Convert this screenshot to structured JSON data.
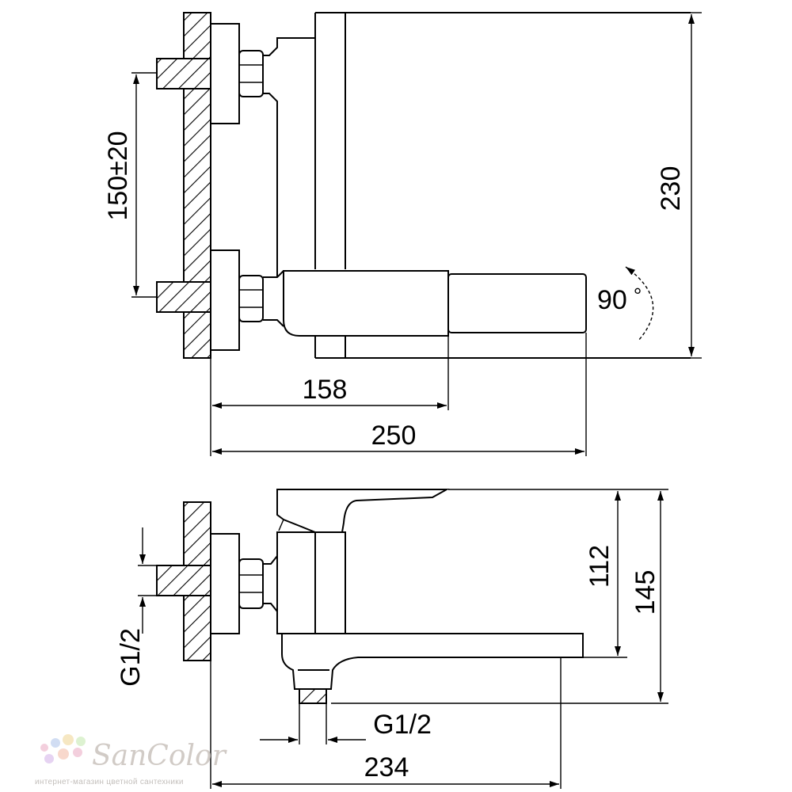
{
  "top_view": {
    "dim_height": "230",
    "dim_spacing": "150±20",
    "dim_rotation": "90",
    "dim_rotation_unit": "°",
    "dim_inner": "158",
    "dim_outer": "250"
  },
  "side_view": {
    "dim_handle_height": "112",
    "dim_total_height": "145",
    "dim_inlet_thread": "G1/2",
    "dim_outlet_thread": "G1/2",
    "dim_reach": "234"
  },
  "watermark": {
    "brand": "SanColor",
    "tagline": "интернет-магазин цветной сантехники",
    "dot_colors": [
      "#f2c7d8",
      "#c9d8f2",
      "#f5e3b8",
      "#d8f0c9",
      "#e2ccf0",
      "#f7d2c4"
    ]
  }
}
